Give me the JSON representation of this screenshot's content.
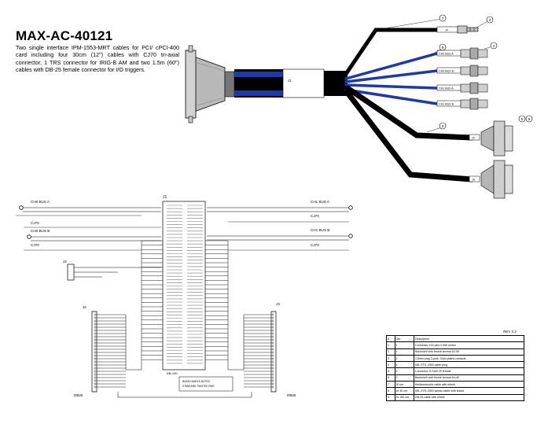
{
  "title": "MAX-AC-40121",
  "description": "Two single interface IPM-1553-MRT cables for PCI/ cPCI-400 card including four 30cm (12\") cables with CJ70 tri-axial connector, 1 TRS connector for IRIG-B AM and two 1.5m (60\") cables with DB-25 female connector for I/O triggers.",
  "cable_drawing": {
    "main_label": "J1",
    "cable_labels": [
      "J4",
      "CH0 BUS A",
      "CH0 BUS B",
      "CH1 BUS A",
      "CH1 BUS B",
      "J2",
      "J3"
    ],
    "balloons": [
      "7",
      "3",
      "8",
      "4",
      "9",
      "5",
      "6"
    ]
  },
  "schematic": {
    "j1_label": "J1",
    "j1_bottom": "DB-100",
    "left_blocks": [
      {
        "name": "CH0 BUS A",
        "cj70": "CJ70"
      },
      {
        "name": "CH0 BUS B",
        "cj70": "CJ70"
      }
    ],
    "right_blocks": [
      {
        "name": "CH1 BUS A",
        "cj70": "CJ70"
      },
      {
        "name": "CH1 BUS B",
        "cj70": "CJ70"
      }
    ],
    "j4_label": "J4",
    "j2_label": "J2",
    "j3_label": "J3",
    "j2_bottom": "DB25",
    "j3_bottom": "DB25",
    "notes": [
      "BUS/ID MARKS NOTED",
      "STANDARD TWISTED PAIR"
    ]
  },
  "rev": "REV 2.2",
  "bom": {
    "headers": [
      "#",
      "Qty",
      "Description"
    ],
    "rows": [
      [
        "1",
        "1",
        "Connector 100 pins 0.050 series"
      ],
      [
        "2",
        "1",
        "Backshell with thumb screws #2-56"
      ],
      [
        "3",
        "1",
        "3.5mm plug 3-pole, Gold plated contacts"
      ],
      [
        "4",
        "4",
        "MIL-STD-1553 cable plug"
      ],
      [
        "5",
        "2",
        "Connector D-SUB 25 female"
      ],
      [
        "6",
        "2",
        "Backshell with thumb screws #4-40"
      ],
      [
        "7",
        "30 cm",
        "Multiconductor cable with shield"
      ],
      [
        "8",
        "4x 30 cm",
        "MIL-STD-1553 twinax cable with shield"
      ],
      [
        "9",
        "2x 150 cm",
        "DB-25 cable with shield"
      ]
    ]
  }
}
